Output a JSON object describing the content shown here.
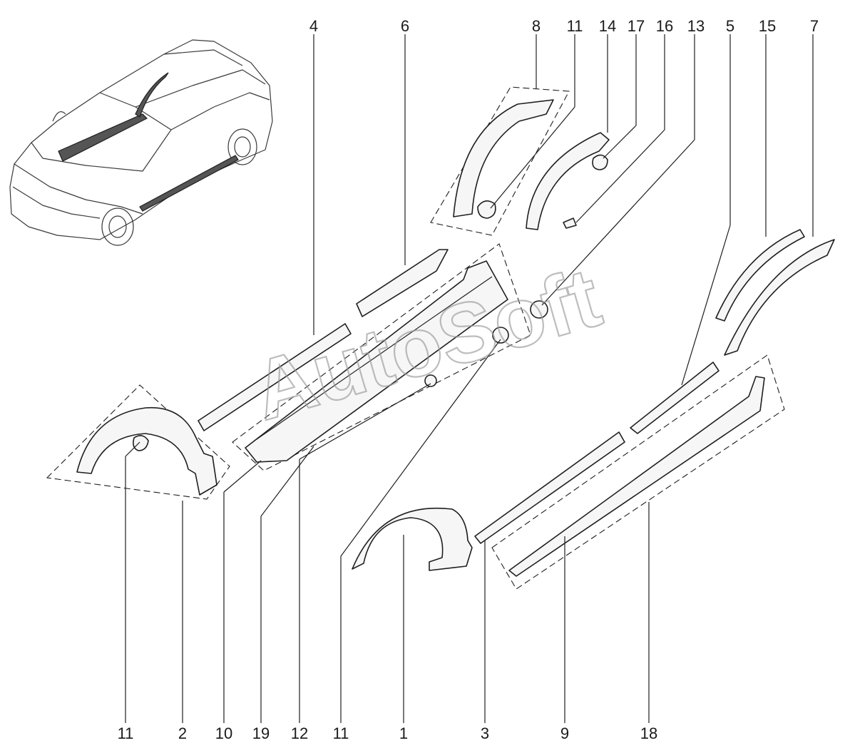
{
  "watermark": "AutoSoft",
  "callouts_top": [
    "4",
    "6",
    "8",
    "11",
    "14",
    "17",
    "16",
    "13",
    "5",
    "15",
    "7"
  ],
  "callouts_bottom": [
    "11",
    "2",
    "10",
    "19",
    "12",
    "11",
    "1",
    "3",
    "9",
    "18"
  ]
}
